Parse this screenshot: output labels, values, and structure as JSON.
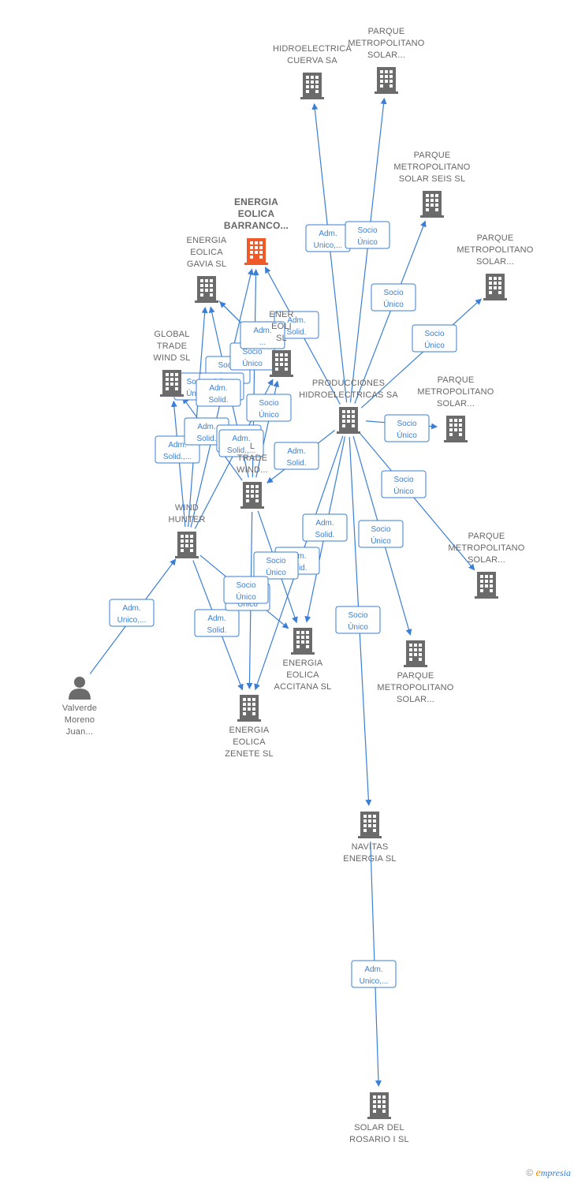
{
  "nodes": [
    {
      "id": "hidro_cuerva",
      "kind": "company",
      "label": [
        "HIDROELECTRICA",
        "CUERVA SA"
      ],
      "color": "#6b6b6b"
    },
    {
      "id": "pm_solar_top",
      "kind": "company",
      "label": [
        "PARQUE",
        "METROPOLITANO",
        "SOLAR..."
      ],
      "color": "#6b6b6b"
    },
    {
      "id": "pm_solar_seis",
      "kind": "company",
      "label": [
        "PARQUE",
        "METROPOLITANO",
        "SOLAR SEIS SL"
      ],
      "color": "#6b6b6b"
    },
    {
      "id": "pm_solar_r2",
      "kind": "company",
      "label": [
        "PARQUE",
        "METROPOLITANO",
        "SOLAR..."
      ],
      "color": "#6b6b6b"
    },
    {
      "id": "pm_solar_r3",
      "kind": "company",
      "label": [
        "PARQUE",
        "METROPOLITANO",
        "SOLAR..."
      ],
      "color": "#6b6b6b"
    },
    {
      "id": "pm_solar_r4",
      "kind": "company",
      "label": [
        "PARQUE",
        "METROPOLITANO",
        "SOLAR..."
      ],
      "color": "#6b6b6b"
    },
    {
      "id": "pm_solar_r5",
      "kind": "company",
      "label": [
        "PARQUE",
        "METROPOLITANO",
        "SOLAR..."
      ],
      "color": "#6b6b6b"
    },
    {
      "id": "eolica_barranco",
      "kind": "company",
      "label": [
        "ENERGIA",
        "EOLICA",
        "BARRANCO..."
      ],
      "color": "#f05a28",
      "focus": true
    },
    {
      "id": "eolica_gavia",
      "kind": "company",
      "label": [
        "ENERGIA",
        "EOLICA",
        "GAVIA SL"
      ],
      "color": "#6b6b6b"
    },
    {
      "id": "eolica_hidden",
      "kind": "company",
      "label": [
        "ENER",
        "EOLI",
        "SL"
      ],
      "color": "#6b6b6b"
    },
    {
      "id": "global_trade_wind",
      "kind": "company",
      "label": [
        "GLOBAL",
        "TRADE",
        "WIND  SL"
      ],
      "color": "#6b6b6b"
    },
    {
      "id": "producciones",
      "kind": "company",
      "label": [
        "PRODUCCIONES",
        "HIDROELECTRICAS SA"
      ],
      "color": "#6b6b6b"
    },
    {
      "id": "trade_wind2",
      "kind": "company",
      "label": [
        "L",
        "TRADE",
        "WIND..."
      ],
      "color": "#6b6b6b"
    },
    {
      "id": "wind_hunter",
      "kind": "company",
      "label": [
        "WIND",
        "HUNTER"
      ],
      "color": "#6b6b6b"
    },
    {
      "id": "eolica_accitana",
      "kind": "company",
      "label": [
        "ENERGIA",
        "EOLICA",
        "ACCITANA  SL"
      ],
      "color": "#6b6b6b"
    },
    {
      "id": "eolica_zenete",
      "kind": "company",
      "label": [
        "ENERGIA",
        "EOLICA",
        "ZENETE  SL"
      ],
      "color": "#6b6b6b"
    },
    {
      "id": "valverde",
      "kind": "person",
      "label": [
        "Valverde",
        "Moreno",
        "Juan..."
      ],
      "color": "#6b6b6b"
    },
    {
      "id": "navitas",
      "kind": "company",
      "label": [
        "NAVITAS",
        "ENERGIA SL"
      ],
      "color": "#6b6b6b"
    },
    {
      "id": "solar_rosario",
      "kind": "company",
      "label": [
        "SOLAR DEL",
        "ROSARIO I  SL"
      ],
      "color": "#6b6b6b"
    }
  ],
  "edges": [
    {
      "from": "producciones",
      "to": "hidro_cuerva",
      "label": [
        "Adm.",
        "Unico,..."
      ]
    },
    {
      "from": "producciones",
      "to": "pm_solar_top",
      "label": [
        "Socio",
        "Único"
      ]
    },
    {
      "from": "producciones",
      "to": "pm_solar_seis",
      "label": [
        "Socio",
        "Único"
      ]
    },
    {
      "from": "producciones",
      "to": "pm_solar_r2",
      "label": [
        "Socio",
        "Único"
      ]
    },
    {
      "from": "producciones",
      "to": "pm_solar_r3",
      "label": [
        "Socio",
        "Único"
      ]
    },
    {
      "from": "producciones",
      "to": "pm_solar_r4",
      "label": [
        "Socio",
        "Único"
      ]
    },
    {
      "from": "producciones",
      "to": "pm_solar_r5",
      "label": [
        "Socio",
        "Único"
      ]
    },
    {
      "from": "producciones",
      "to": "eolica_barranco",
      "label": [
        "Adm.",
        "Solid."
      ]
    },
    {
      "from": "producciones",
      "to": "trade_wind2",
      "label": [
        "Adm.",
        "Solid."
      ]
    },
    {
      "from": "producciones",
      "to": "eolica_accitana",
      "label": [
        "Adm.",
        "Solid."
      ]
    },
    {
      "from": "producciones",
      "to": "eolica_zenete",
      "label": [
        "Adm.",
        "Solid."
      ]
    },
    {
      "from": "producciones",
      "to": "navitas",
      "label": [
        "Socio",
        "Único"
      ]
    },
    {
      "from": "navitas",
      "to": "solar_rosario",
      "label": [
        "Adm.",
        "Unico,..."
      ]
    },
    {
      "from": "valverde",
      "to": "wind_hunter",
      "label": [
        "Adm.",
        "Unico,..."
      ]
    },
    {
      "from": "wind_hunter",
      "to": "global_trade_wind",
      "label": [
        "Adm.",
        "Solid.,..."
      ]
    },
    {
      "from": "wind_hunter",
      "to": "eolica_gavia",
      "label": [
        "Adm.",
        "Solid."
      ]
    },
    {
      "from": "wind_hunter",
      "to": "eolica_barranco",
      "label": [
        "Adm.",
        "Solid.,..."
      ]
    },
    {
      "from": "wind_hunter",
      "to": "eolica_hidden",
      "label": [
        "Socio",
        "Único"
      ]
    },
    {
      "from": "wind_hunter",
      "to": "eolica_zenete",
      "label": [
        "Adm.",
        "Solid."
      ]
    },
    {
      "from": "wind_hunter",
      "to": "eolica_accitana",
      "label": [
        "Socio",
        "Único"
      ]
    },
    {
      "from": "trade_wind2",
      "to": "global_trade_wind",
      "label": [
        "Socio",
        "Único"
      ]
    },
    {
      "from": "trade_wind2",
      "to": "eolica_gavia",
      "label": [
        "Adm.",
        "Solid."
      ]
    },
    {
      "from": "trade_wind2",
      "to": "eolica_barranco",
      "label": [
        "Socio",
        "Único"
      ]
    },
    {
      "from": "trade_wind2",
      "to": "eolica_hidden",
      "label": [
        "Socio",
        "Único"
      ]
    },
    {
      "from": "trade_wind2",
      "to": "eolica_zenete",
      "label": [
        "Socio",
        "Único"
      ]
    },
    {
      "from": "trade_wind2",
      "to": "eolica_accitana",
      "label": [
        "Socio",
        "Único"
      ]
    },
    {
      "from": "eolica_hidden",
      "to": "eolica_gavia",
      "label": [
        "Adm.",
        "..."
      ]
    },
    {
      "from": "global_trade_wind",
      "to": "eolica_hidden",
      "label": [
        "Adm.",
        "Solid.,..."
      ]
    },
    {
      "from": "eolica_gavia",
      "to": "eolica_hidden",
      "label": [
        "Adm.",
        "Solid."
      ]
    }
  ],
  "brand": {
    "symbol": "©",
    "e": "e",
    "rest": "mpresia"
  }
}
